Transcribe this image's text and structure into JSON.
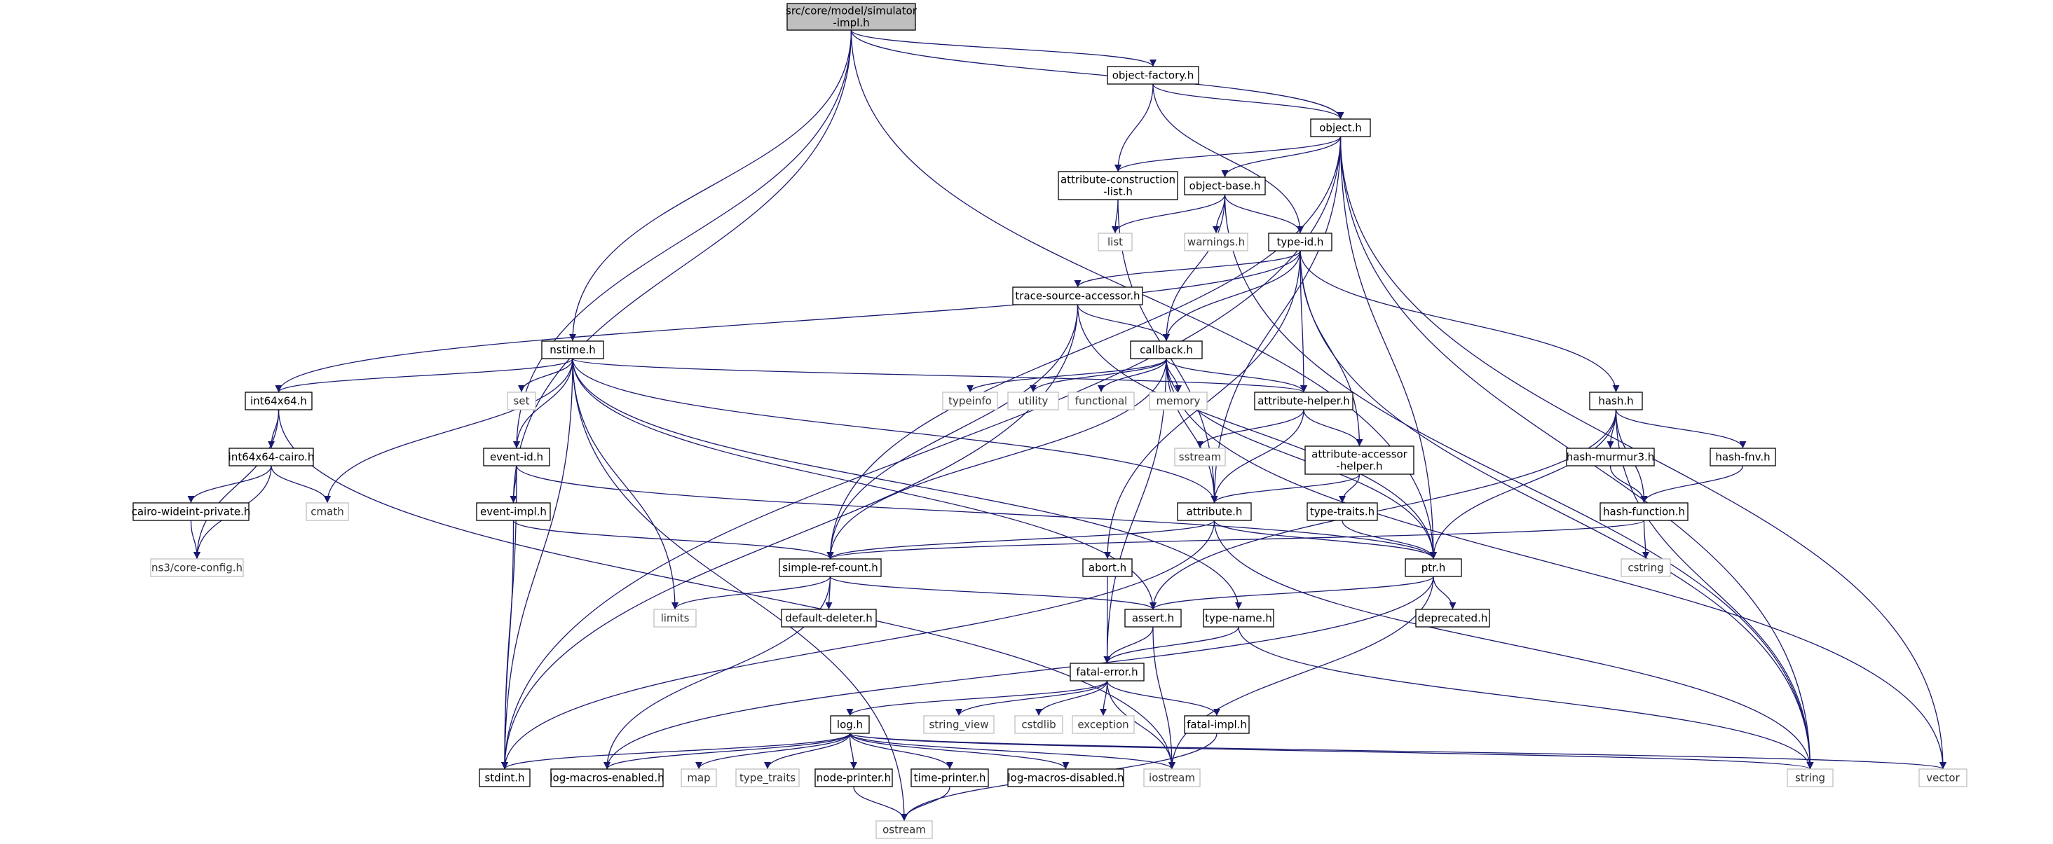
{
  "colors": {
    "edge": "#191970",
    "box_border": "#000000",
    "sys_border": "#bfbfbf",
    "root_fill": "#bfbfbf",
    "box_fill": "#ffffff"
  },
  "nodes": {
    "root": [
      "src/core/model/simulator",
      "-impl.h"
    ],
    "object_factory": [
      "object-factory.h"
    ],
    "object": [
      "object.h"
    ],
    "attr_construction": [
      "attribute-construction",
      "-list.h"
    ],
    "object_base": [
      "object-base.h"
    ],
    "list": [
      "list"
    ],
    "warnings": [
      "warnings.h"
    ],
    "type_id": [
      "type-id.h"
    ],
    "trace_source": [
      "trace-source-accessor.h"
    ],
    "nstime": [
      "nstime.h"
    ],
    "callback": [
      "callback.h"
    ],
    "set": [
      "set"
    ],
    "typeinfo": [
      "typeinfo"
    ],
    "utility": [
      "utility"
    ],
    "functional": [
      "functional"
    ],
    "memory": [
      "memory"
    ],
    "attr_helper": [
      "attribute-helper.h"
    ],
    "hash": [
      "hash.h"
    ],
    "int64x64": [
      "int64x64.h"
    ],
    "sstream": [
      "sstream"
    ],
    "attr_accessor": [
      "attribute-accessor",
      "-helper.h"
    ],
    "hash_murmur3": [
      "hash-murmur3.h"
    ],
    "hash_fnv": [
      "hash-fnv.h"
    ],
    "int64x64_cairo": [
      "int64x64-cairo.h"
    ],
    "event_id": [
      "event-id.h"
    ],
    "cairo_wideint": [
      "cairo-wideint-private.h"
    ],
    "cmath": [
      "cmath"
    ],
    "event_impl": [
      "event-impl.h"
    ],
    "attribute": [
      "attribute.h"
    ],
    "type_traits_h": [
      "type-traits.h"
    ],
    "hash_function": [
      "hash-function.h"
    ],
    "core_config": [
      "ns3/core-config.h"
    ],
    "simple_ref": [
      "simple-ref-count.h"
    ],
    "abort": [
      "abort.h"
    ],
    "ptr": [
      "ptr.h"
    ],
    "cstring": [
      "cstring"
    ],
    "limits": [
      "limits"
    ],
    "default_deleter": [
      "default-deleter.h"
    ],
    "assert": [
      "assert.h"
    ],
    "type_name": [
      "type-name.h"
    ],
    "deprecated": [
      "deprecated.h"
    ],
    "fatal_error": [
      "fatal-error.h"
    ],
    "log": [
      "log.h"
    ],
    "string_view": [
      "string_view"
    ],
    "cstdlib": [
      "cstdlib"
    ],
    "exception": [
      "exception"
    ],
    "fatal_impl": [
      "fatal-impl.h"
    ],
    "stdint": [
      "stdint.h"
    ],
    "log_enabled": [
      "log-macros-enabled.h"
    ],
    "map": [
      "map"
    ],
    "type_traits": [
      "type_traits"
    ],
    "node_printer": [
      "node-printer.h"
    ],
    "time_printer": [
      "time-printer.h"
    ],
    "log_disabled": [
      "log-macros-disabled.h"
    ],
    "iostream": [
      "iostream"
    ],
    "string": [
      "string"
    ],
    "vector": [
      "vector"
    ],
    "ostream": [
      "ostream"
    ]
  }
}
